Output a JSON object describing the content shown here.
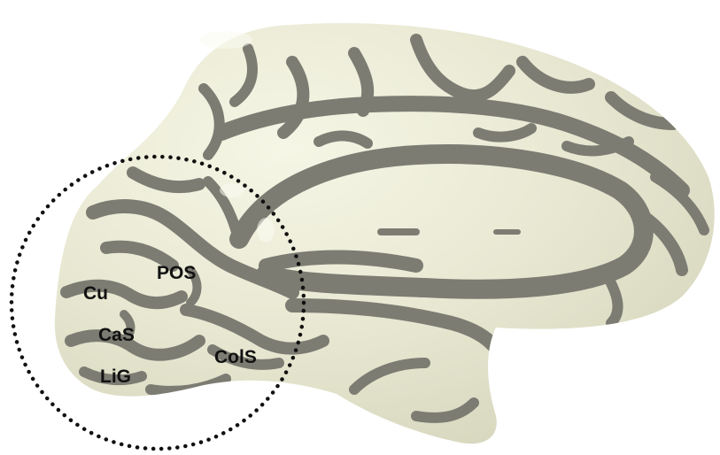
{
  "labels": {
    "cu": "Cu",
    "pos": "POS",
    "cas": "CaS",
    "lig": "LiG",
    "cols": "ColS"
  },
  "colors": {
    "background": "#ffffff",
    "gyri": "#e9e9d4",
    "sulci": "#7c7c73",
    "highlight": "#fbfbf3",
    "circle": "#111111",
    "label": "#111111"
  }
}
